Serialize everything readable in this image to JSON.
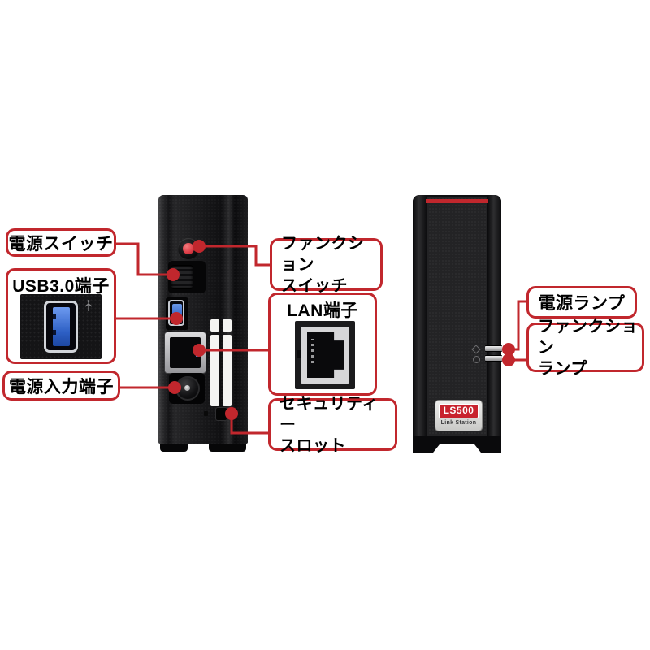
{
  "callouts": {
    "power_switch": "電源スイッチ",
    "usb": "USB3.0端子",
    "power_input": "電源入力端子",
    "function_switch": {
      "line1": "ファンクション",
      "line2": "スイッチ"
    },
    "lan": "LAN端子",
    "security_slot": {
      "line1": "セキュリティー",
      "line2": "スロット"
    },
    "power_lamp": "電源ランプ",
    "function_lamp": {
      "line1": "ファンクション",
      "line2": "ランプ"
    }
  },
  "front_device": {
    "badge_model": "LS500",
    "badge_series": "Link Station"
  },
  "colors": {
    "callout_red": "#c1272d",
    "usb_blue": "#2d5fc4",
    "function_button_red": "#e0404a",
    "badge_red": "#c8232e",
    "led_silver": "#d9d9d9",
    "device_black": "#141416"
  },
  "icons": {
    "power_led": "diamond-icon",
    "function_led": "ring-icon",
    "usb_symbol": "usb-trident-icon"
  }
}
